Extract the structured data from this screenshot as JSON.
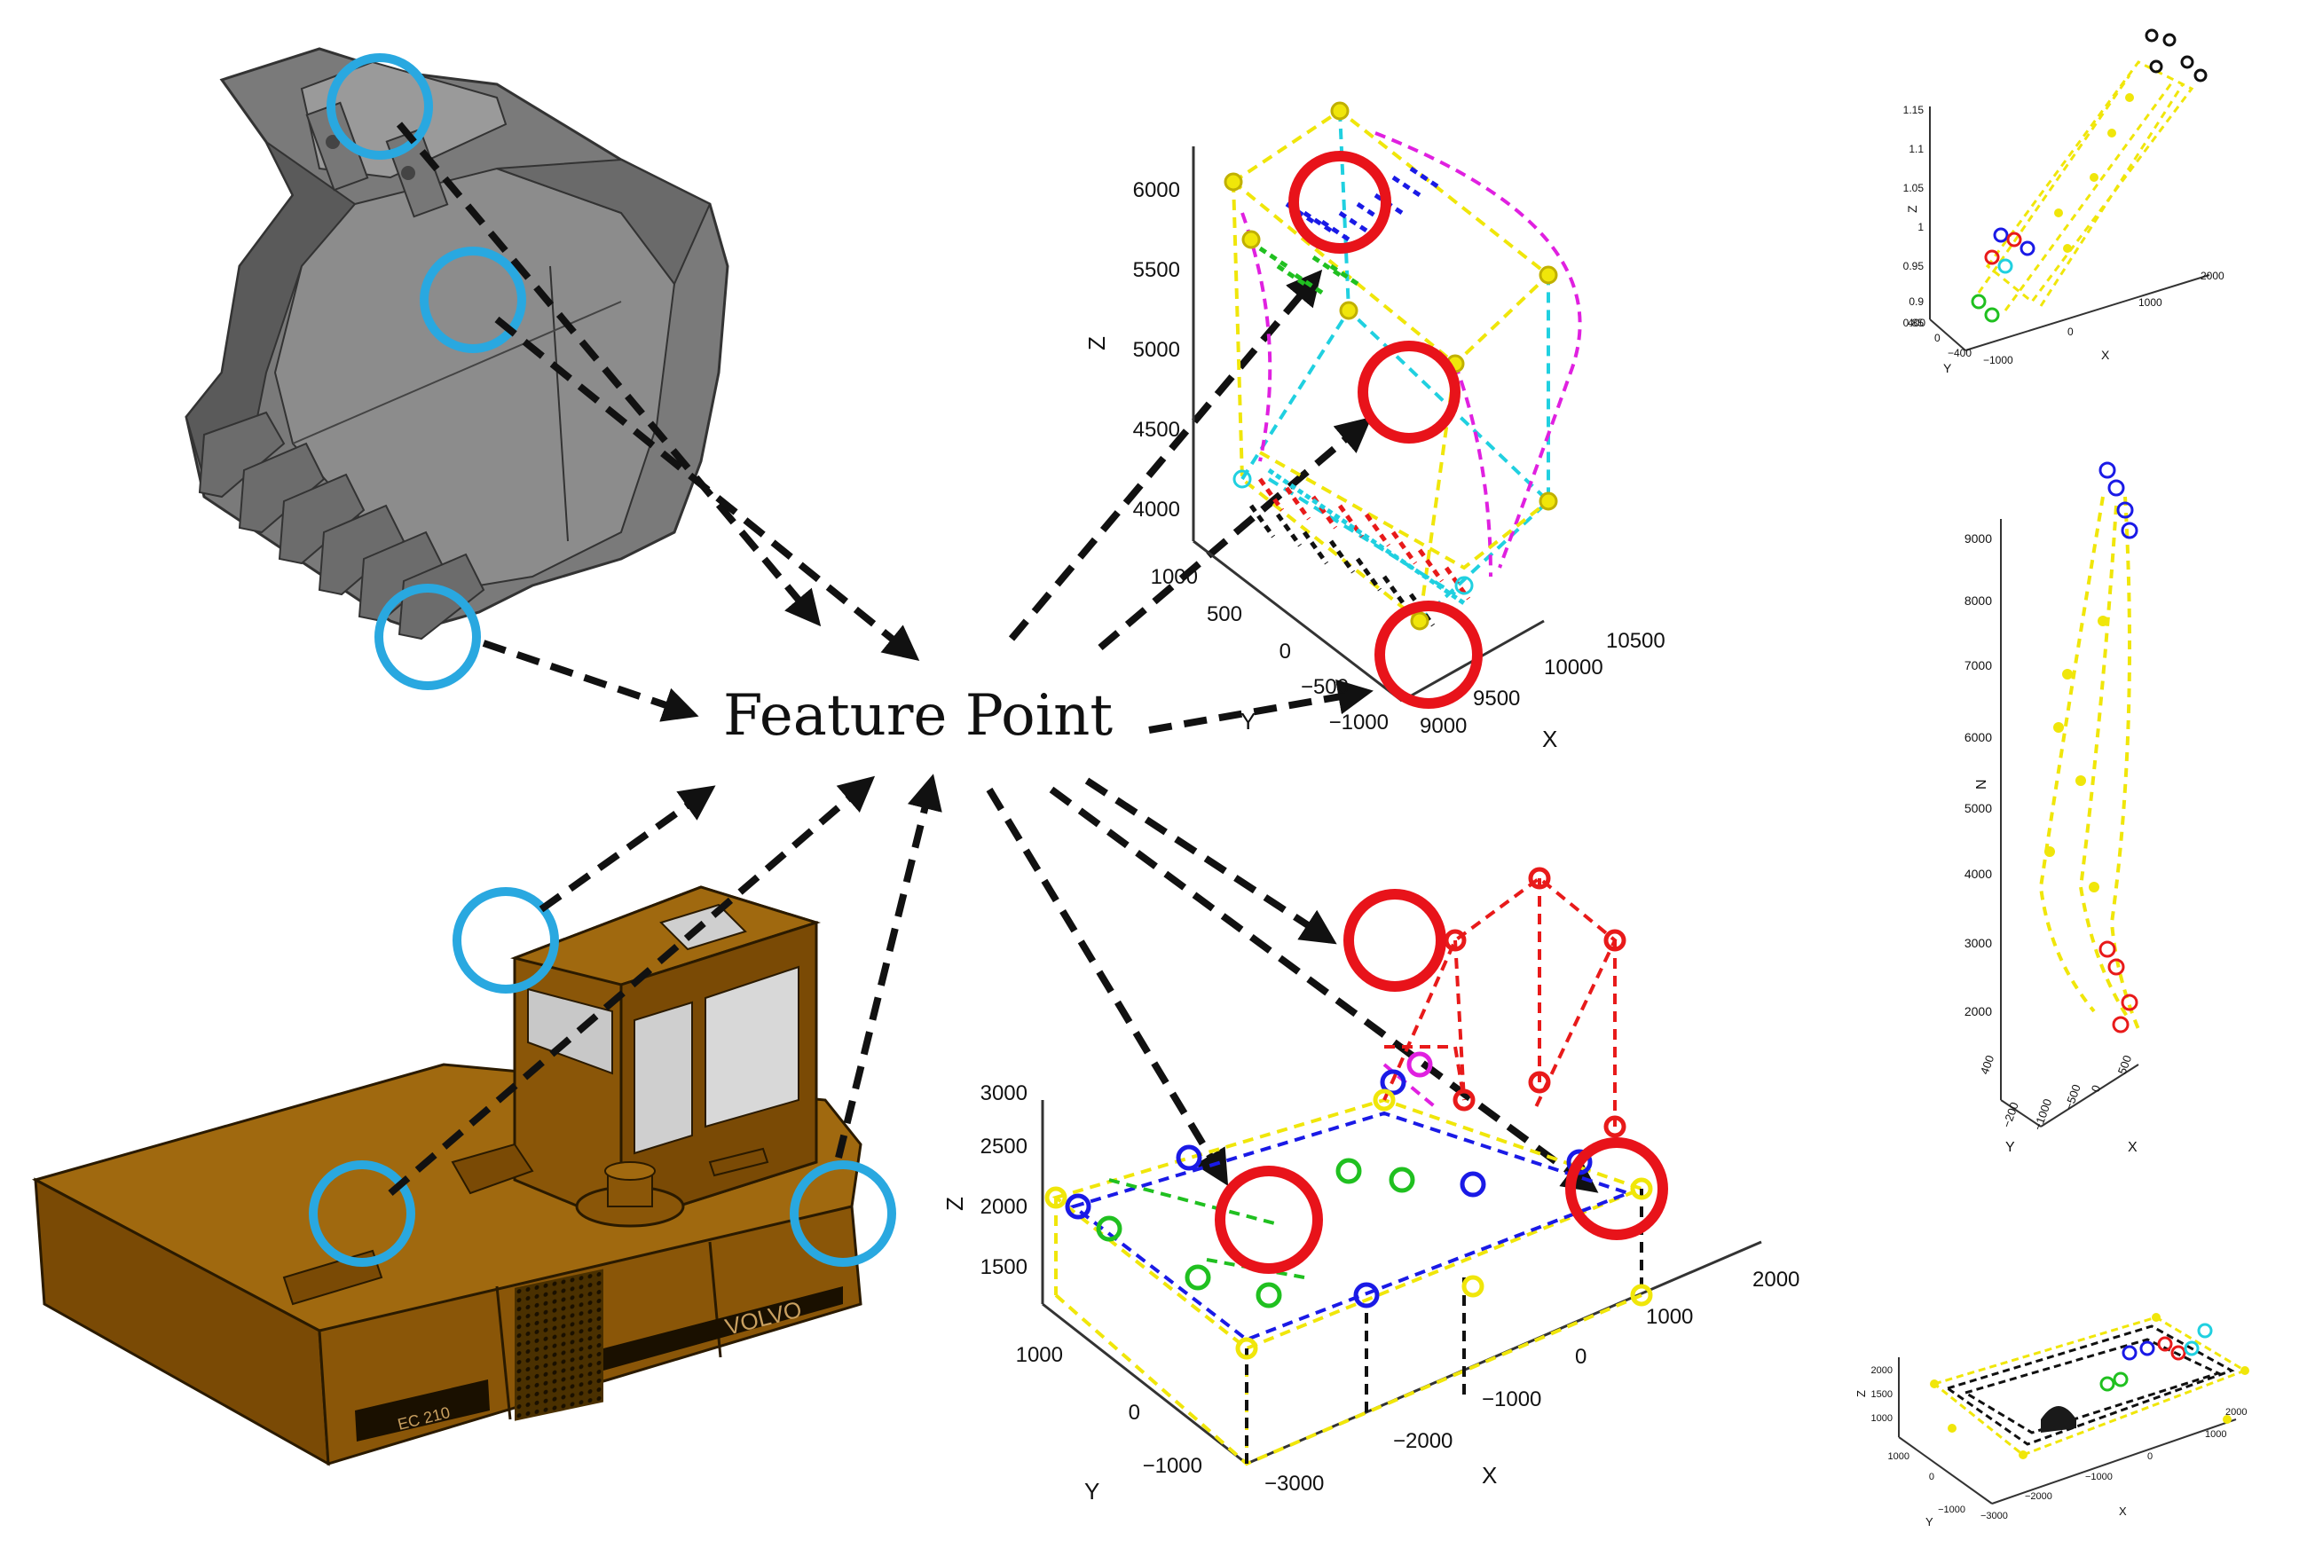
{
  "center_label": "Feature Point",
  "colors": {
    "blue_circle": "#29a8e0",
    "red_circle": "#e8131a",
    "arrow": "#111111",
    "bucket": "#6e6e6e",
    "cab": "#8a5608",
    "plot_yellow": "#f0e60a",
    "plot_blue": "#1a1ae6",
    "plot_red": "#e81a1a",
    "plot_green": "#20c020",
    "plot_magenta": "#e020e0",
    "plot_cyan": "#20d0e0",
    "plot_black": "#111111"
  },
  "cab_text": {
    "brand": "VOLVO",
    "model": "EC 210"
  },
  "plot_bucket": {
    "z_ticks": [
      "6000",
      "5500",
      "5000",
      "4500",
      "4000"
    ],
    "y_ticks": [
      "1000",
      "500",
      "0",
      "−500",
      "−1000"
    ],
    "x_ticks": [
      "9000",
      "9500",
      "10000",
      "10500"
    ],
    "z_label": "Z",
    "y_label": "Y",
    "x_label": "X"
  },
  "plot_cab": {
    "z_ticks": [
      "3000",
      "2500",
      "2000",
      "1500"
    ],
    "y_ticks": [
      "1000",
      "0",
      "−1000"
    ],
    "x_ticks": [
      "−3000",
      "−2000",
      "−1000",
      "0",
      "1000",
      "2000"
    ],
    "z_label": "Z",
    "y_label": "Y",
    "x_label": "X"
  },
  "thumb_top": {
    "z_ticks": [
      "1.15",
      "1.1",
      "1.05",
      "1",
      "0.95",
      "0.9",
      "0.85"
    ],
    "y_ticks": [
      "400",
      "0",
      "−400"
    ],
    "x_ticks": [
      "−1000",
      "0",
      "1000",
      "2000"
    ],
    "z_label": "Z",
    "y_label": "Y",
    "x_label": "X"
  },
  "thumb_mid": {
    "z_ticks": [
      "9000",
      "8000",
      "7000",
      "6000",
      "5000",
      "4000",
      "3000",
      "2000"
    ],
    "y_ticks": [
      "400",
      "−200"
    ],
    "x_ticks": [
      "−1000",
      "−500",
      "0",
      "500"
    ],
    "z_label": "N",
    "y_label": "Y",
    "x_label": "X"
  },
  "thumb_bot": {
    "z_ticks": [
      "2000",
      "1500",
      "1000"
    ],
    "y_ticks": [
      "1000",
      "0",
      "−1000"
    ],
    "x_ticks": [
      "−3000",
      "−2000",
      "−1000",
      "0",
      "1000",
      "2000"
    ],
    "z_label": "Z",
    "y_label": "Y",
    "x_label": "X"
  }
}
